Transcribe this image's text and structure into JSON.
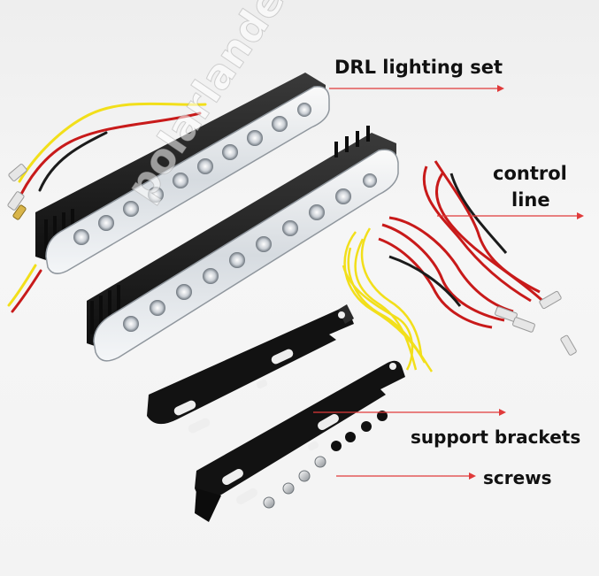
{
  "labels": {
    "drl_lighting_set": "DRL lighting set",
    "control_line_1": "control",
    "control_line_2": "line",
    "support_brackets": "support brackets",
    "screws": "screws"
  },
  "watermark": "polarlander",
  "colors": {
    "arrow": "#e03a3a",
    "red_wire": "#c81a1a",
    "yellow_wire": "#f2df1a",
    "housing": "#1b1b1b"
  }
}
